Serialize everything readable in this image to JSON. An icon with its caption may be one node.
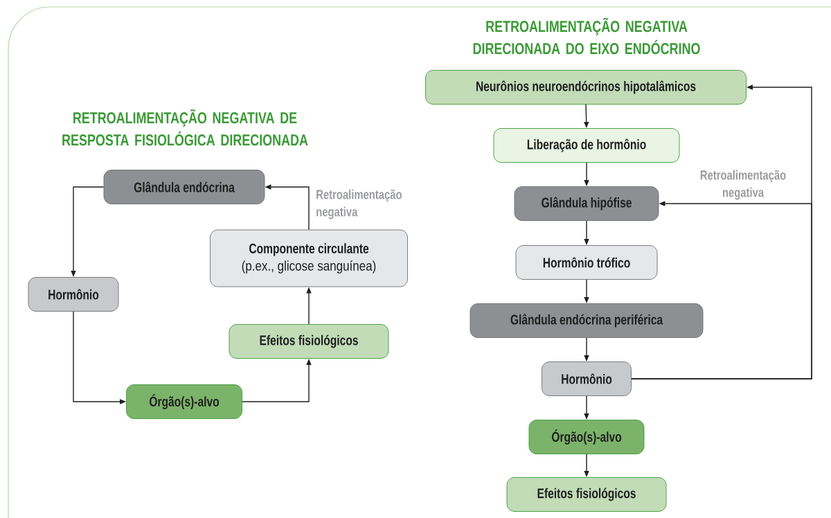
{
  "diagram": {
    "nodes": [
      {
        "text": [
          "Glândula endócrina"
        ]
      },
      {
        "text": [
          "Hormônio"
        ]
      },
      {
        "text": [
          "Órgão(s)-alvo"
        ]
      },
      {
        "text": [
          "Efeitos fisiológicos"
        ]
      },
      {
        "text": [
          "Componente circulante",
          "(p.ex., glicose sanguínea)"
        ]
      },
      {
        "text": [
          "Neurônios neuroendócrinos hipotalâmicos"
        ]
      },
      {
        "text": [
          "Liberação de hormônio"
        ]
      },
      {
        "text": [
          "Glândula hipófise"
        ]
      },
      {
        "text": [
          "Hormônio trófico"
        ]
      },
      {
        "text": [
          "Glândula endócrina periférica"
        ]
      },
      {
        "text": [
          "Hormônio"
        ]
      },
      {
        "text": [
          "Órgão(s)-alvo"
        ]
      },
      {
        "text": [
          "Efeitos fisiológicos"
        ]
      }
    ],
    "edges": [
      {
        "from": 0,
        "to": 1,
        "arrow": "to"
      },
      {
        "from": 1,
        "to": 2,
        "arrow": "to"
      },
      {
        "from": 2,
        "to": 3,
        "arrow": "to"
      },
      {
        "from": 3,
        "to": 4,
        "arrow": "to"
      },
      {
        "from": 4,
        "to": 0,
        "arrow": "to",
        "label": "Retroalimentação negativa"
      },
      {
        "from": 5,
        "to": 6,
        "arrow": "to"
      },
      {
        "from": 6,
        "to": 7,
        "arrow": "to"
      },
      {
        "from": 7,
        "to": 8,
        "arrow": "to"
      },
      {
        "from": 8,
        "to": 9,
        "arrow": "to"
      },
      {
        "from": 9,
        "to": 10,
        "arrow": "to"
      },
      {
        "from": 10,
        "to": 11,
        "arrow": "to"
      },
      {
        "from": 11,
        "to": 12,
        "arrow": "to"
      },
      {
        "from": 10,
        "to": 5,
        "arrow": "to"
      },
      {
        "from": 10,
        "to": 7,
        "arrow": "to",
        "label": "Retroalimentação negativa"
      }
    ],
    "labels": [
      "RETROALIMENTAÇÃO NEGATIVA DIRECIONADA DO EIXO ENDÓCRINO",
      "RETROALIMENTAÇÃO NEGATIVA DE RESPOSTA FISIOLÓGICA DIRECIONADA"
    ]
  }
}
